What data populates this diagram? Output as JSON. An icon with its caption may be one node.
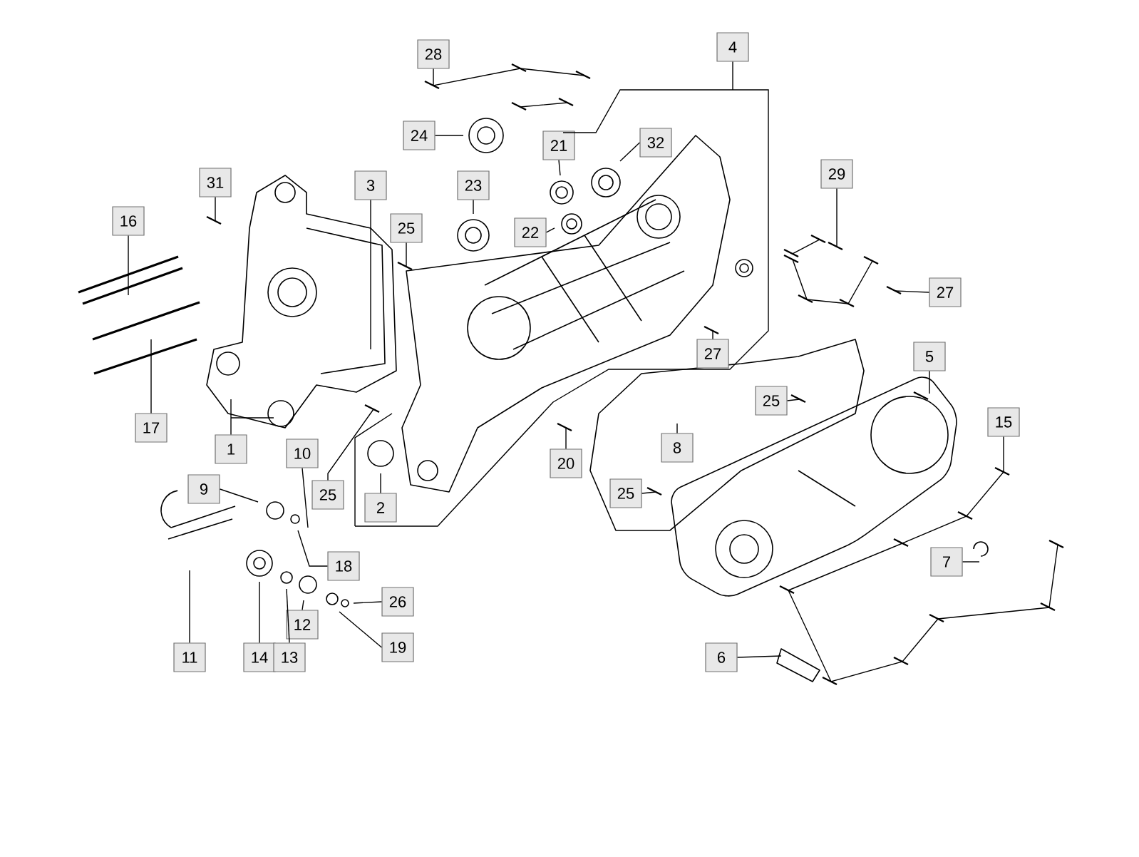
{
  "diagram": {
    "nodes": [
      {
        "text": [
          "28"
        ]
      },
      {
        "text": [
          "4"
        ]
      },
      {
        "text": [
          "24"
        ]
      },
      {
        "text": [
          "32"
        ]
      },
      {
        "text": [
          "21"
        ]
      },
      {
        "text": [
          "29"
        ]
      },
      {
        "text": [
          "31"
        ]
      },
      {
        "text": [
          "3"
        ]
      },
      {
        "text": [
          "23"
        ]
      },
      {
        "text": [
          "16"
        ]
      },
      {
        "text": [
          "25"
        ]
      },
      {
        "text": [
          "22"
        ]
      },
      {
        "text": [
          "27"
        ]
      },
      {
        "text": [
          "27"
        ]
      },
      {
        "text": [
          "5"
        ]
      },
      {
        "text": [
          "25"
        ]
      },
      {
        "text": [
          "15"
        ]
      },
      {
        "text": [
          "17"
        ]
      },
      {
        "text": [
          "8"
        ]
      },
      {
        "text": [
          "1"
        ]
      },
      {
        "text": [
          "10"
        ]
      },
      {
        "text": [
          "20"
        ]
      },
      {
        "text": [
          "9"
        ]
      },
      {
        "text": [
          "25"
        ]
      },
      {
        "text": [
          "25"
        ]
      },
      {
        "text": [
          "2"
        ]
      },
      {
        "text": [
          "7"
        ]
      },
      {
        "text": [
          "18"
        ]
      },
      {
        "text": [
          "26"
        ]
      },
      {
        "text": [
          "12"
        ]
      },
      {
        "text": [
          "19"
        ]
      },
      {
        "text": [
          "11"
        ]
      },
      {
        "text": [
          "14"
        ]
      },
      {
        "text": [
          "13"
        ]
      },
      {
        "text": [
          "6"
        ]
      }
    ],
    "edges": [
      {
        "from": 0,
        "to": null,
        "arrow": "none"
      },
      {
        "from": 1,
        "to": null,
        "arrow": "none"
      },
      {
        "from": 2,
        "to": null,
        "arrow": "none"
      },
      {
        "from": 3,
        "to": null,
        "arrow": "none"
      },
      {
        "from": 4,
        "to": null,
        "arrow": "none"
      },
      {
        "from": 5,
        "to": null,
        "arrow": "none"
      },
      {
        "from": 6,
        "to": null,
        "arrow": "none"
      },
      {
        "from": 7,
        "to": null,
        "arrow": "none"
      },
      {
        "from": 8,
        "to": null,
        "arrow": "none"
      },
      {
        "from": 9,
        "to": null,
        "arrow": "none"
      },
      {
        "from": 10,
        "to": null,
        "arrow": "none"
      },
      {
        "from": 11,
        "to": null,
        "arrow": "none"
      },
      {
        "from": 12,
        "to": null,
        "arrow": "none"
      },
      {
        "from": 13,
        "to": null,
        "arrow": "none"
      },
      {
        "from": 14,
        "to": null,
        "arrow": "none"
      },
      {
        "from": 15,
        "to": null,
        "arrow": "none"
      },
      {
        "from": 16,
        "to": null,
        "arrow": "none"
      },
      {
        "from": 17,
        "to": null,
        "arrow": "none"
      },
      {
        "from": 18,
        "to": null,
        "arrow": "none"
      },
      {
        "from": 19,
        "to": null,
        "arrow": "none"
      },
      {
        "from": 20,
        "to": null,
        "arrow": "none"
      },
      {
        "from": 21,
        "to": null,
        "arrow": "none"
      },
      {
        "from": 22,
        "to": null,
        "arrow": "none"
      },
      {
        "from": 23,
        "to": null,
        "arrow": "none"
      },
      {
        "from": 24,
        "to": null,
        "arrow": "none"
      },
      {
        "from": 25,
        "to": null,
        "arrow": "none"
      },
      {
        "from": 26,
        "to": null,
        "arrow": "none"
      },
      {
        "from": 27,
        "to": null,
        "arrow": "none"
      },
      {
        "from": 28,
        "to": null,
        "arrow": "none"
      },
      {
        "from": 29,
        "to": null,
        "arrow": "none"
      },
      {
        "from": 30,
        "to": null,
        "arrow": "none"
      },
      {
        "from": 31,
        "to": null,
        "arrow": "none"
      },
      {
        "from": 32,
        "to": null,
        "arrow": "none"
      },
      {
        "from": 33,
        "to": null,
        "arrow": "none"
      },
      {
        "from": 34,
        "to": null,
        "arrow": "none"
      }
    ]
  }
}
